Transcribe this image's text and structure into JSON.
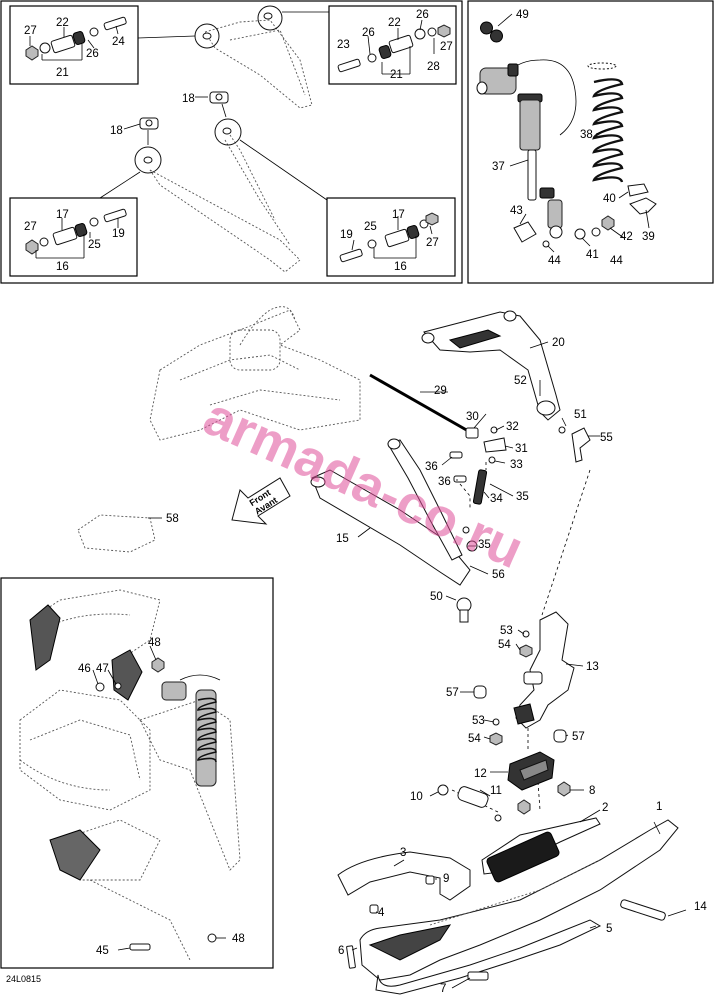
{
  "diagram_id": "24L0815",
  "watermark": "armada-co.ru",
  "direction_arrow": {
    "line1": "Front",
    "line2": "Avant"
  },
  "callouts": {
    "c1": "1",
    "c2": "2",
    "c3": "3",
    "c4": "4",
    "c5": "5",
    "c6": "6",
    "c7": "7",
    "c8": "8",
    "c9": "9",
    "c10": "10",
    "c11": "11",
    "c12": "12",
    "c13": "13",
    "c14": "14",
    "c15": "15",
    "c16": "16",
    "c17": "17",
    "c18": "18",
    "c19": "19",
    "c20": "20",
    "c21": "21",
    "c22": "22",
    "c23": "23",
    "c24": "24",
    "c25": "25",
    "c26": "26",
    "c27": "27",
    "c28": "28",
    "c29": "29",
    "c30": "30",
    "c31": "31",
    "c32": "32",
    "c33": "33",
    "c34": "34",
    "c35": "35",
    "c36": "36",
    "c37": "37",
    "c38": "38",
    "c39": "39",
    "c40": "40",
    "c41": "41",
    "c42": "42",
    "c43": "43",
    "c44": "44",
    "c45": "45",
    "c46": "46",
    "c47": "47",
    "c48": "48",
    "c49": "49",
    "c50": "50",
    "c51": "51",
    "c52": "52",
    "c53": "53",
    "c54": "54",
    "c55": "55",
    "c56": "56",
    "c57": "57",
    "c58": "58"
  }
}
